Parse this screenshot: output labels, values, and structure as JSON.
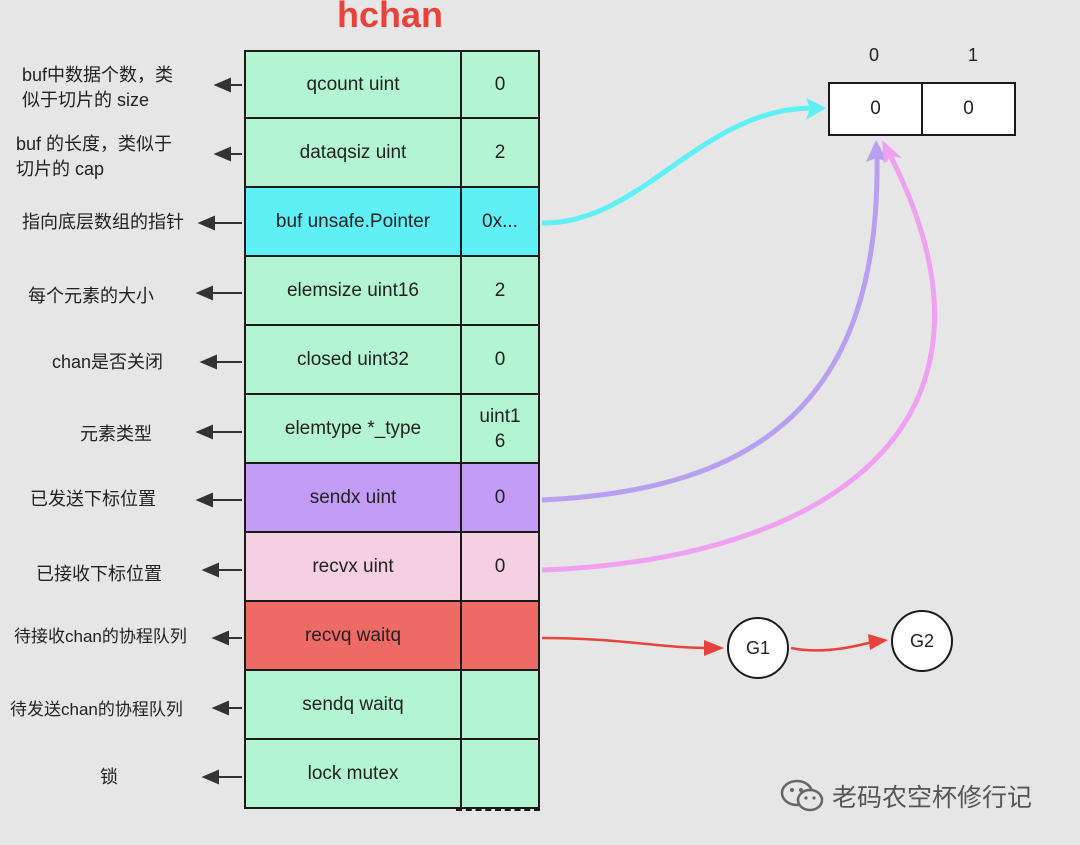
{
  "title": "hchan",
  "rows": [
    {
      "field": "qcount uint",
      "value": "0",
      "desc": "buf中数据个数，类\n似于切片的 size",
      "color": "#b3f5d2"
    },
    {
      "field": "dataqsiz uint",
      "value": "2",
      "desc": "buf 的长度，类似于\n切片的 cap",
      "color": "#b3f5d2"
    },
    {
      "field": "buf unsafe.Pointer",
      "value": "0x...",
      "desc": "指向底层数组的指针",
      "color": "#5ef0f5"
    },
    {
      "field": "elemsize uint16",
      "value": "2",
      "desc": "每个元素的大小",
      "color": "#b3f5d2"
    },
    {
      "field": "closed uint32",
      "value": "0",
      "desc": "chan是否关闭",
      "color": "#b3f5d2"
    },
    {
      "field": "elemtype *_type",
      "value": "uint1\n6",
      "desc": "元素类型",
      "color": "#b3f5d2"
    },
    {
      "field": "sendx uint",
      "value": "0",
      "desc": "已发送下标位置",
      "color": "#c29cf5"
    },
    {
      "field": "recvx uint",
      "value": "0",
      "desc": "已接收下标位置",
      "color": "#f5d0e2"
    },
    {
      "field": "recvq waitq",
      "value": "",
      "desc": "待接收chan的协程队列",
      "color": "#ee6b65"
    },
    {
      "field": "sendq waitq",
      "value": "",
      "desc": "待发送chan的协程队列",
      "color": "#b3f5d2"
    },
    {
      "field": "lock mutex",
      "value": "",
      "desc": "锁",
      "color": "#b3f5d2"
    }
  ],
  "array": {
    "indices": [
      "0",
      "1"
    ],
    "values": [
      "0",
      "0"
    ]
  },
  "goroutines": [
    "G1",
    "G2"
  ],
  "watermark": "老码农空杯修行记",
  "colors": {
    "buf_arrow": "#5ef0f5",
    "sendx_arrow": "#b8a0f0",
    "recvx_arrow": "#f0a0f0",
    "recvq_arrow": "#e8433b"
  }
}
